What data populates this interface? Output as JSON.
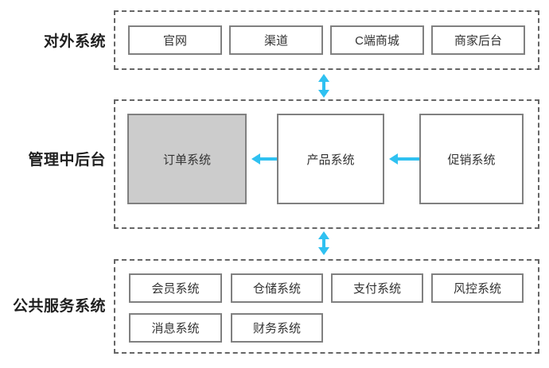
{
  "colors": {
    "accent": "#2fc1f1",
    "box_border": "#808080",
    "dashed_border": "#666666",
    "gray_fill": "#cccccc",
    "box_text": "#333333",
    "label_text": "#1f1f1f",
    "background": "#ffffff"
  },
  "sections": {
    "external": {
      "label": "对外系统",
      "boxes": {
        "guanwang": "官网",
        "qudao": "渠道",
        "cmall": "C端商城",
        "merchant": "商家后台"
      }
    },
    "management": {
      "label": "管理中后台",
      "boxes": {
        "order": "订单系统",
        "product": "产品系统",
        "promotion": "促销系统"
      }
    },
    "public": {
      "label": "公共服务系统",
      "boxes": {
        "member": "会员系统",
        "warehouse": "仓储系统",
        "payment": "支付系统",
        "risk": "风控系统",
        "message": "消息系统",
        "finance": "财务系统"
      }
    }
  }
}
